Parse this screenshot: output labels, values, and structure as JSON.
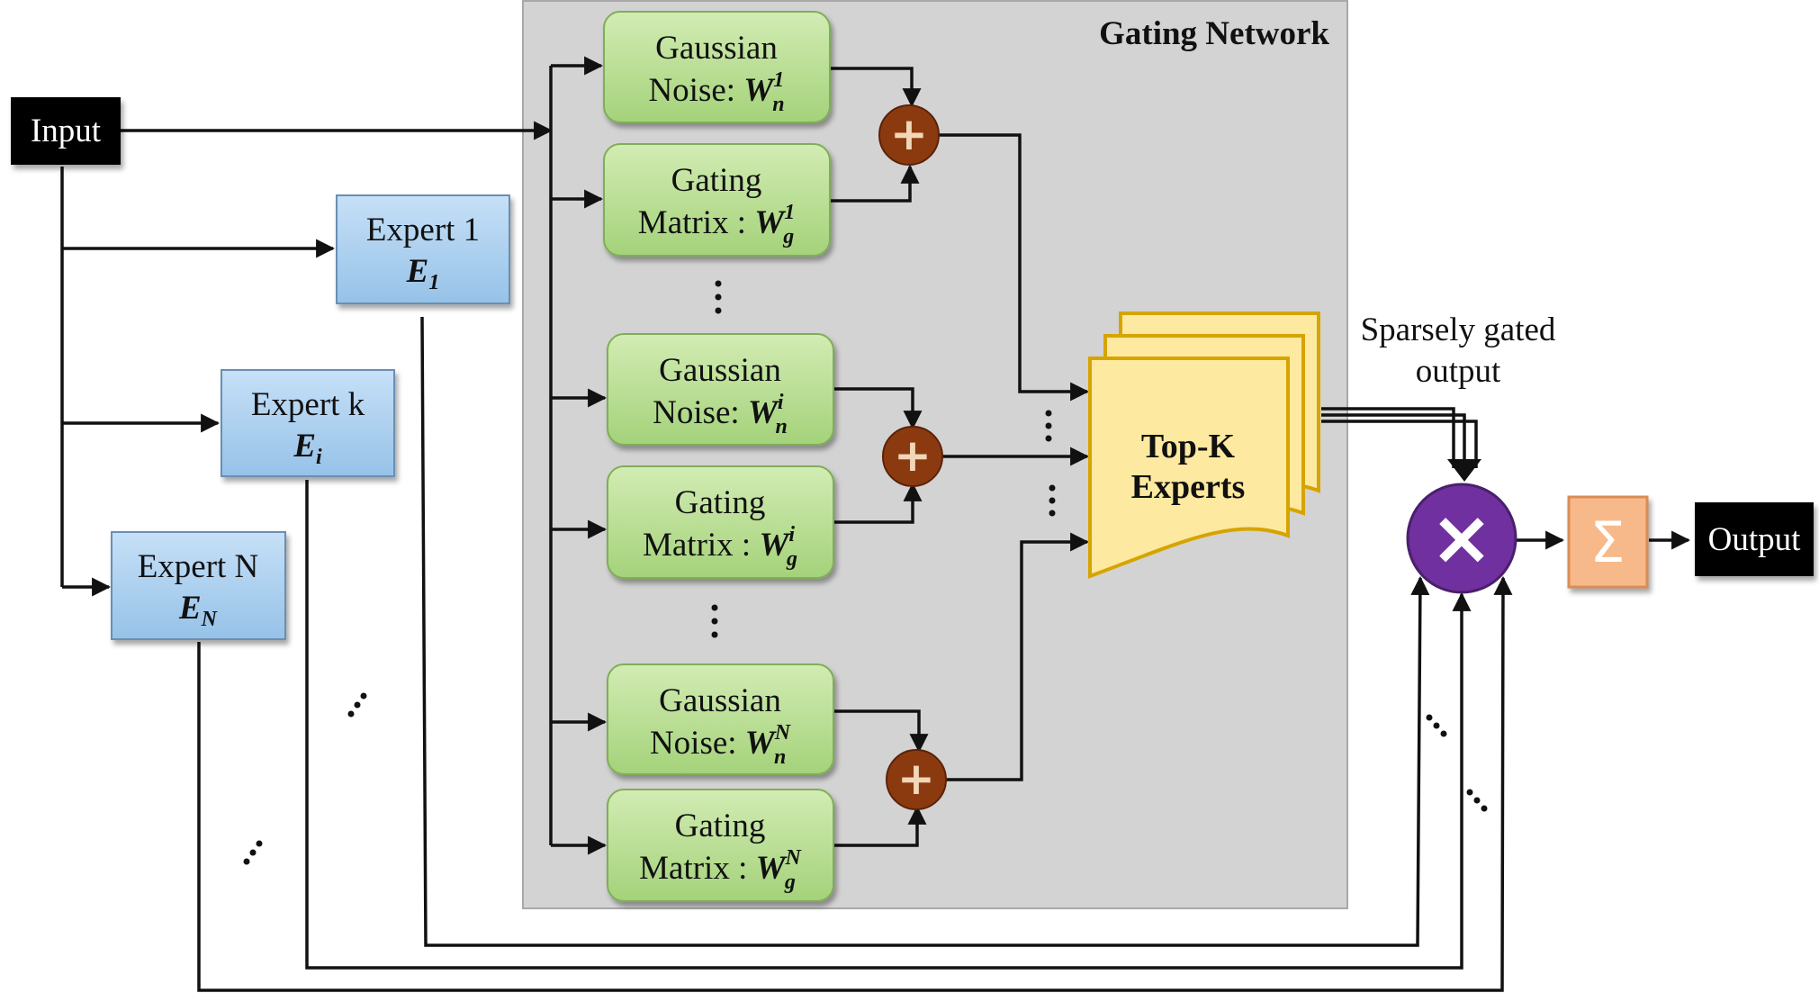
{
  "gating_network": {
    "title": "Gating Network"
  },
  "input_label": "Input",
  "output_label": "Output",
  "experts": [
    {
      "label": "Expert 1",
      "symbol": "E",
      "sub": "1"
    },
    {
      "label": "Expert k",
      "symbol": "E",
      "sub": "i"
    },
    {
      "label": "Expert N",
      "symbol": "E",
      "sub": "N"
    }
  ],
  "gating_blocks": [
    {
      "line1": "Gaussian",
      "line2": "Noise: ",
      "symbol": "W",
      "sup": "1",
      "sub": "n"
    },
    {
      "line1": "Gating",
      "line2": "Matrix : ",
      "symbol": "W",
      "sup": "1",
      "sub": "g"
    },
    {
      "line1": "Gaussian",
      "line2": "Noise: ",
      "symbol": "W",
      "sup": "i",
      "sub": "n"
    },
    {
      "line1": "Gating",
      "line2": "Matrix : ",
      "symbol": "W",
      "sup": "i",
      "sub": "g"
    },
    {
      "line1": "Gaussian",
      "line2": "Noise: ",
      "symbol": "W",
      "sup": "N",
      "sub": "n"
    },
    {
      "line1": "Gating",
      "line2": "Matrix : ",
      "symbol": "W",
      "sup": "N",
      "sub": "g"
    }
  ],
  "topk": {
    "line1": "Top-K",
    "line2": "Experts"
  },
  "sparse_label": {
    "line1": "Sparsely gated",
    "line2": "output"
  },
  "operators": {
    "plus": "+",
    "times": "×",
    "sum": "Σ"
  },
  "colors": {
    "gating_bg": "#d3d3d3",
    "expert_fill": "#a9cfee",
    "gating_block_fill": "#b4db8d",
    "plus_fill": "#8b3a10",
    "times_fill": "#7030a0",
    "sum_fill": "#f7b98a",
    "topk_fill": "#fde99f",
    "topk_stroke": "#d6a400",
    "terminal_fill": "#000000"
  }
}
